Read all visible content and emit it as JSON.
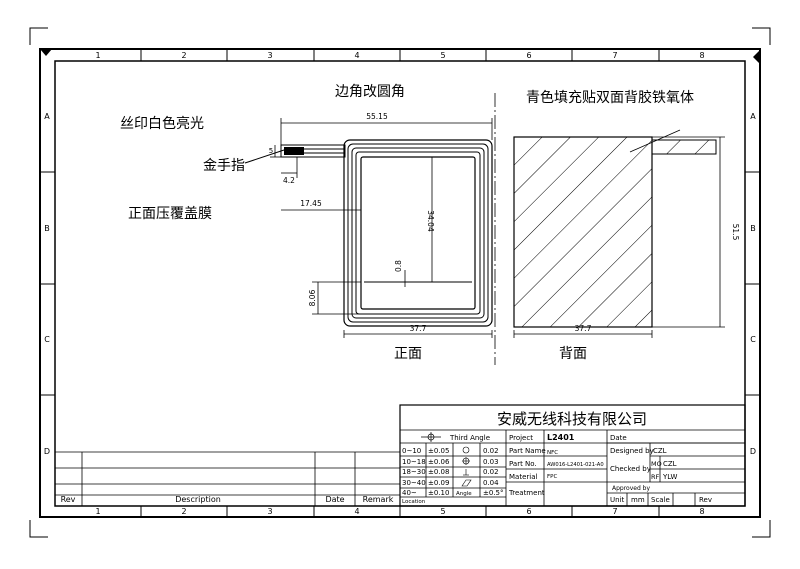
{
  "border": {
    "columns_top": [
      "1",
      "2",
      "3",
      "4",
      "5",
      "6",
      "7",
      "8"
    ],
    "columns_bottom": [
      "1",
      "2",
      "3",
      "4",
      "5",
      "6",
      "7",
      "8"
    ],
    "rows_left": [
      "A",
      "B",
      "C",
      "D"
    ],
    "rows_right": [
      "A",
      "B",
      "C",
      "D"
    ]
  },
  "front_view": {
    "label_top": "边角改圆角",
    "note_silk": "丝印白色亮光",
    "note_gold": "金手指",
    "note_coverlay": "正面压覆盖膜",
    "caption": "正面",
    "dims": {
      "overall_width": "55.15",
      "tab_height": "5",
      "tab_width": "4.2",
      "offset_left": "17.45",
      "inner_height": "34.04",
      "gap": "0.8",
      "bottom_height": "8.06",
      "width": "37.7"
    }
  },
  "back_view": {
    "label_top": "青色填充贴双面背胶铁氧体",
    "caption": "背面",
    "dims": {
      "height": "51.5",
      "width": "37.7"
    }
  },
  "title_block": {
    "company": "安威无线科技有限公司",
    "third_angle": "Third Angle",
    "tolerances": [
      {
        "range": "0~10",
        "tol": "±0.05"
      },
      {
        "range": "10~18",
        "tol": "±0.06"
      },
      {
        "range": "18~30",
        "tol": "±0.08"
      },
      {
        "range": "30~40",
        "tol": "±0.09"
      },
      {
        "range": "40~",
        "tol": "±0.10"
      }
    ],
    "geo_tols": [
      "0.02",
      "0.03",
      "0.02",
      "0.04"
    ],
    "angle_label": "Angle",
    "angle_tol": "±0.5°",
    "location_label": "Location",
    "project_label": "Project",
    "project_value": "L2401",
    "part_name_label": "Part Name",
    "part_name_value": "NFC",
    "part_no_label": "Part No.",
    "part_no_value": "AW016-L2401-021-A0",
    "material_label": "Material",
    "material_value": "FPC",
    "treatment_label": "Treatment",
    "date_label": "Date",
    "designed_by_label": "Designed by",
    "designed_by_value": "CZL",
    "checked_by_label": "Checked by",
    "mo_label": "MO",
    "mo_value": "CZL",
    "rf_label": "RF",
    "rf_value": "YLW",
    "approved_by_label": "Approved by",
    "unit_label": "Unit",
    "unit_value": "mm",
    "scale_label": "Scale",
    "rev_label": "Rev"
  },
  "revision_block": {
    "rev": "Rev",
    "description": "Description",
    "date": "Date",
    "remark": "Remark"
  }
}
